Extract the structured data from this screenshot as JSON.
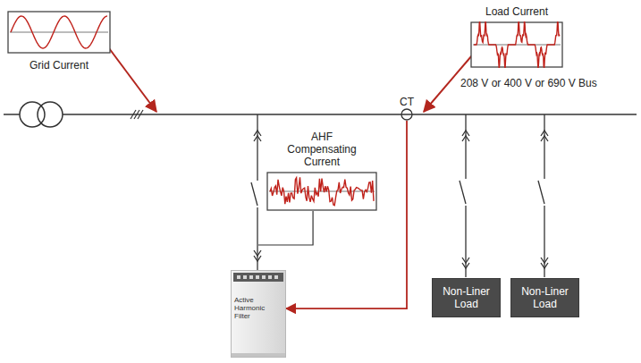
{
  "diagram": {
    "nodes": [
      {
        "text": [
          "Grid Current"
        ]
      },
      {
        "text": [
          "Load Current"
        ]
      },
      {
        "text": [
          "CT"
        ]
      },
      {
        "text": [
          "AHF Compensating Current"
        ]
      },
      {
        "text": [
          "Active Harmonic Filter"
        ]
      },
      {
        "text": [
          "Non-Liner Load"
        ]
      },
      {
        "text": [
          "Non-Liner Load"
        ]
      }
    ],
    "edges": [
      {
        "from": 2,
        "to": 4,
        "arrow": "to"
      }
    ],
    "labels": [
      "208 V or 400 V or 690 V Bus"
    ]
  }
}
